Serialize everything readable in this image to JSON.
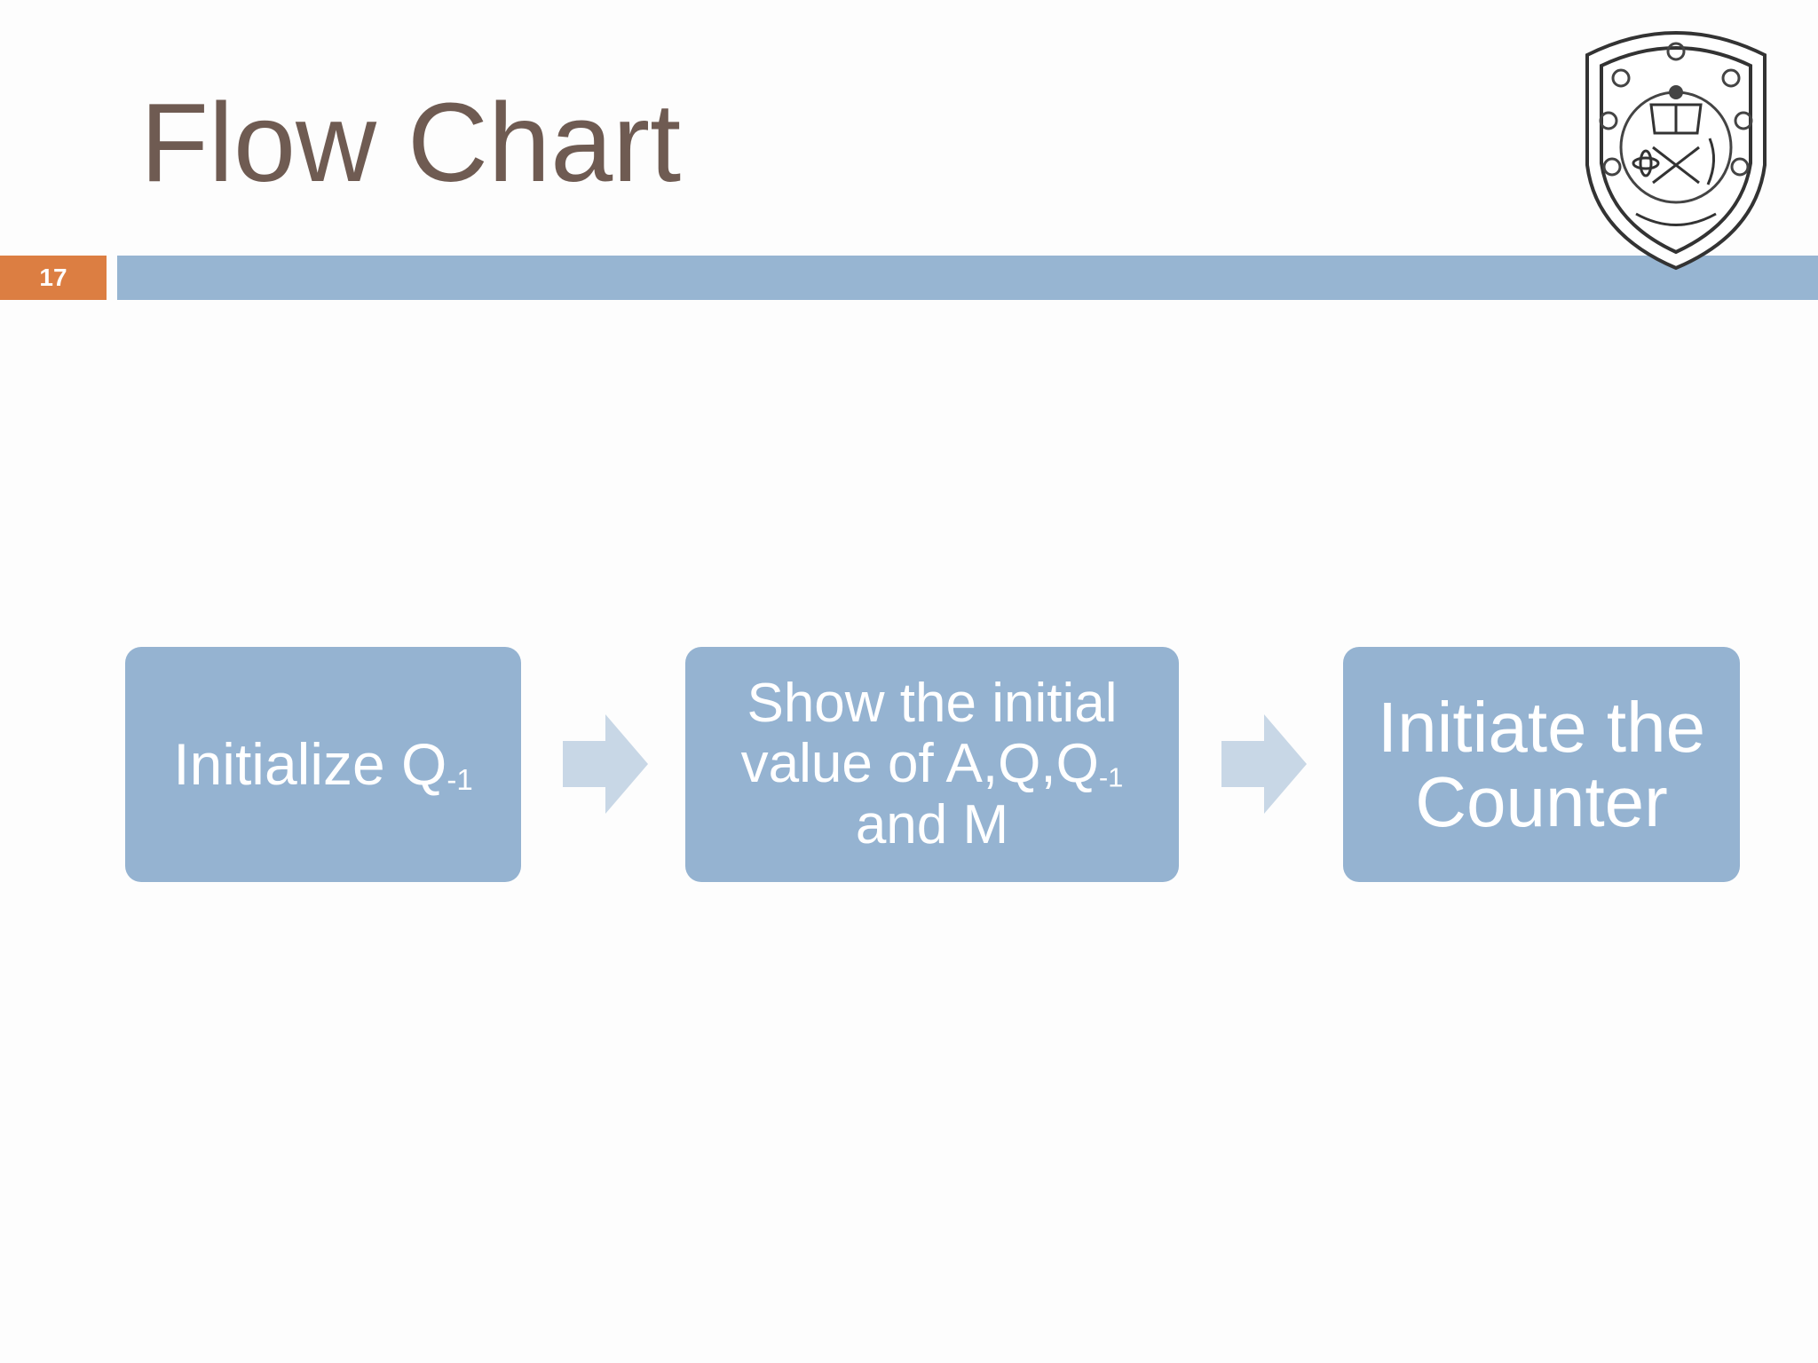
{
  "slide": {
    "title": "Flow Chart",
    "number": "17"
  },
  "logo": {
    "type": "university-crest"
  },
  "flow": {
    "steps": [
      {
        "main": "Initialize Q",
        "subscript": "-1"
      },
      {
        "line1": "Show the initial",
        "line2_main": "value of A,Q,Q",
        "line2_subscript": "-1",
        "line3": "and M"
      },
      {
        "line1": "Initiate the",
        "line2": "Counter"
      }
    ]
  },
  "colors": {
    "title": "#6f5b52",
    "accent": "#dc7e42",
    "bar": "#97b5d2",
    "box": "#95b3d1",
    "arrow": "#c8d7e6"
  }
}
